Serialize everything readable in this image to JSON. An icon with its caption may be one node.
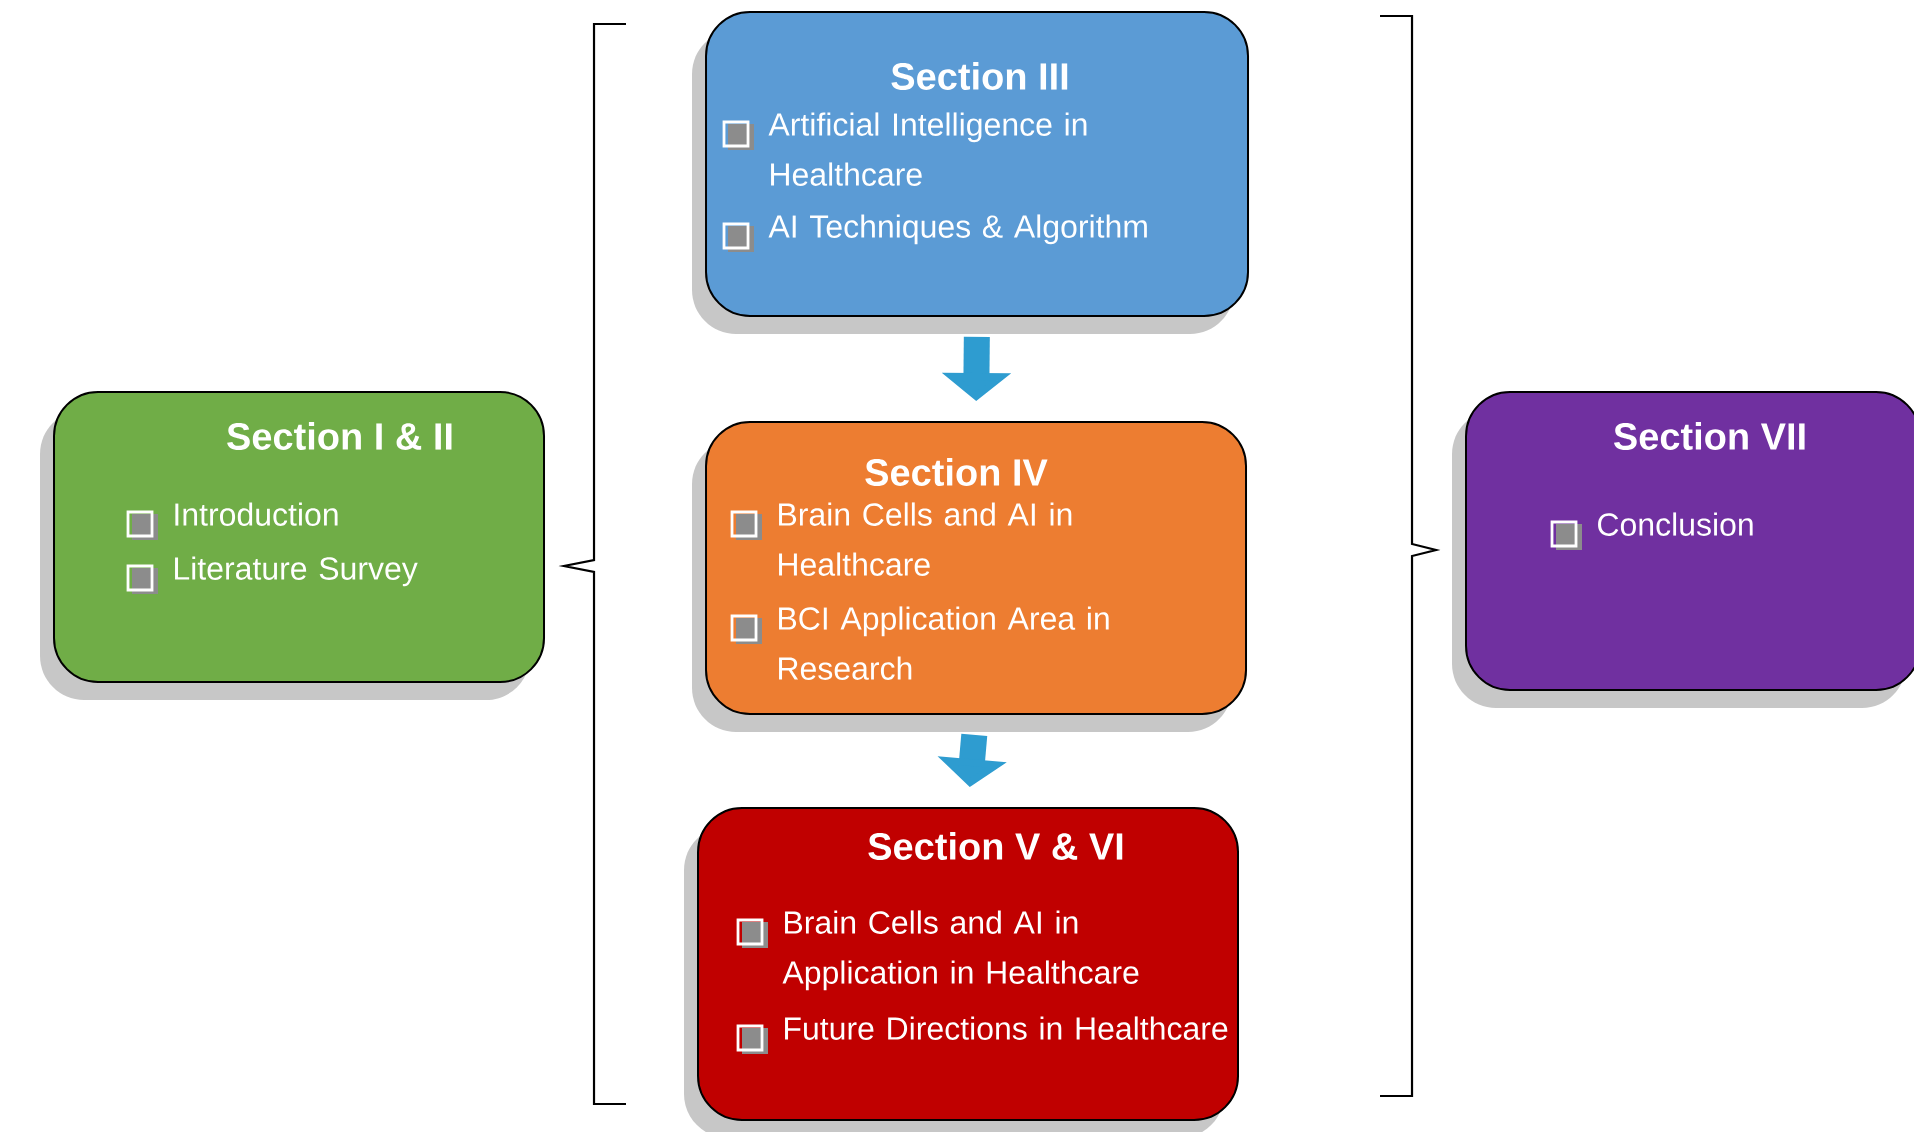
{
  "diagram": {
    "nodes": [
      {
        "text": [
          "Section I & II",
          "Introduction",
          "Literature Survey"
        ]
      },
      {
        "text": [
          "Section III",
          "Artificial Intelligence in Healthcare",
          "AI Techniques & Algorithm"
        ]
      },
      {
        "text": [
          "Section IV",
          "Brain Cells and AI in Healthcare",
          "BCI Application Area in Research"
        ]
      },
      {
        "text": [
          "Section V & VI",
          "Brain Cells and AI in Application in Healthcare",
          "Future Directions in Healthcare"
        ]
      },
      {
        "text": [
          "Section VII",
          "Conclusion"
        ]
      }
    ],
    "edges": [
      {
        "from": 1,
        "to": 2,
        "arrow": "to"
      },
      {
        "from": 2,
        "to": 3,
        "arrow": "to"
      }
    ]
  }
}
